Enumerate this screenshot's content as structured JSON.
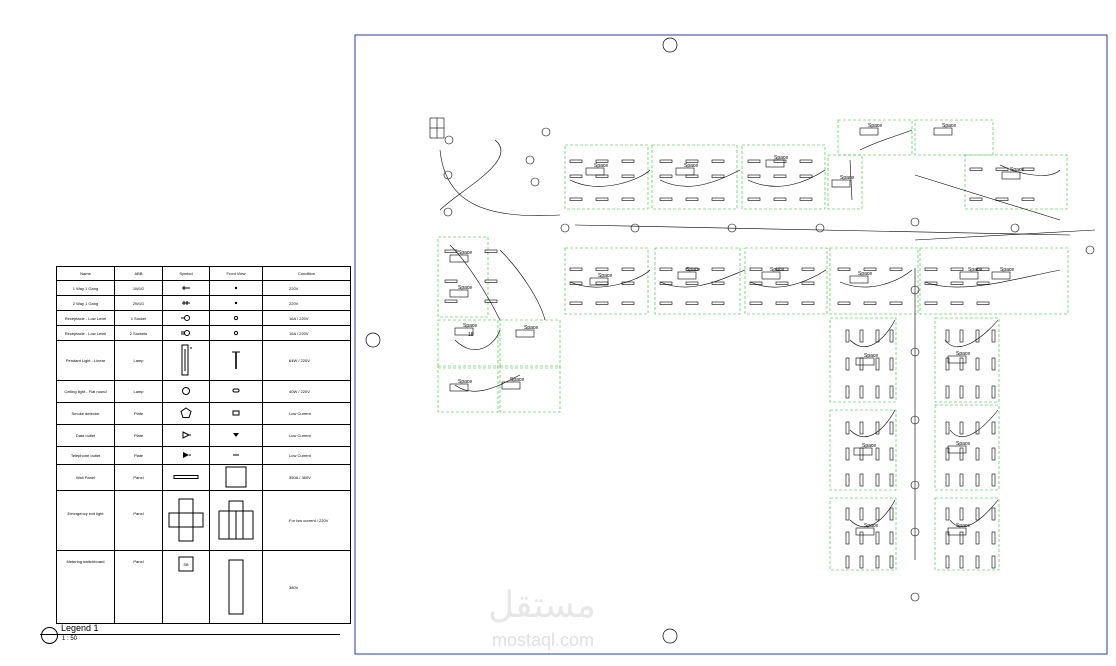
{
  "legend": {
    "title": "Legend 1",
    "scale": "1 : 50",
    "headers": [
      "Name",
      "ABB",
      "Symbol",
      "Front View",
      "Condition"
    ],
    "rows": [
      {
        "name": "1 Way 1 Gang",
        "abb": "1W1G",
        "symbol": "switch-1g-icon",
        "condition": "220V"
      },
      {
        "name": "2 Way 1 Gang",
        "abb": "2W1G",
        "symbol": "switch-2w-icon",
        "condition": "220V"
      },
      {
        "name": "Receptacle - Low Level",
        "abb": "1 Socket",
        "symbol": "socket-1-icon",
        "condition": "16A / 220V"
      },
      {
        "name": "Receptacle - Low Level",
        "abb": "2 Sockets",
        "symbol": "socket-2-icon",
        "condition": "16A / 220V"
      },
      {
        "name": "Pendant Light - Linear",
        "abb": "Lamp",
        "symbol": "pendant-light-icon",
        "condition": "64W / 220V"
      },
      {
        "name": "Ceiling light - Flat round",
        "abb": "Lamp",
        "symbol": "ceiling-light-icon",
        "condition": "40W / 220V"
      },
      {
        "name": "Smoke detector",
        "abb": "Plate",
        "symbol": "smoke-detector-icon",
        "condition": "Low Current"
      },
      {
        "name": "Data outlet",
        "abb": "Plate",
        "symbol": "data-outlet-icon",
        "condition": "Low Current"
      },
      {
        "name": "Telephone outlet",
        "abb": "Plate",
        "symbol": "telephone-outlet-icon",
        "condition": "Low Current"
      },
      {
        "name": "Wall Panel",
        "abb": "Panel",
        "symbol": "wall-panel-icon",
        "condition": "350A / 380V"
      },
      {
        "name": "Emergency exit light",
        "abb": "Panel",
        "symbol": "emergency-exit-icon",
        "condition": "For low current / 220V"
      },
      {
        "name": "Metering switchboard",
        "abb": "Panel",
        "symbol": "metering-switchboard-icon",
        "condition": "380V"
      }
    ]
  },
  "plan": {
    "space_label": "Space",
    "room_number": "18",
    "border_color": "#1f3fa0",
    "wire_color": "#000000",
    "room_outline_color": "#2dbe2d"
  },
  "watermark": {
    "arabic": "مستقل",
    "latin": "mostaql.com"
  }
}
